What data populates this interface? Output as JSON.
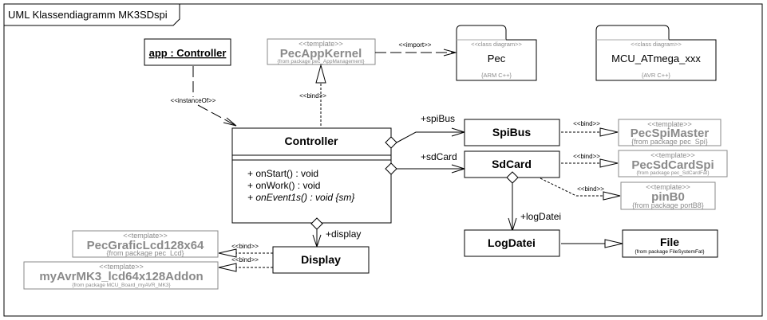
{
  "diagram": {
    "title": "UML Klassendiagramm MK3SDspi"
  },
  "object": {
    "name": "app : Controller"
  },
  "templates": {
    "pecAppKernel": {
      "stereotype": "<<template>>",
      "name": "PecAppKernel",
      "package": "{from package pec_AppManagement}"
    },
    "pecSpiMaster": {
      "stereotype": "<<template>>",
      "name": "PecSpiMaster",
      "package": "{from package pec_Spi}"
    },
    "pecSdCardSpi": {
      "stereotype": "<<template>>",
      "name": "PecSdCardSpi",
      "package": "{from package pec_SdCardFat}"
    },
    "pinB0": {
      "stereotype": "<<template>>",
      "name": "pinB0",
      "package": "{from package portB8}"
    },
    "pecGraficLcd": {
      "stereotype": "<<template>>",
      "name": "PecGraficLcd128x64",
      "package": "{from package pec_Lcd}"
    },
    "myAvrLcd": {
      "stereotype": "<<template>>",
      "name": "myAvrMK3_lcd64x128Addon",
      "package": "{from package MCU_Board_myAVR_MK3}"
    }
  },
  "packages": {
    "pec": {
      "stereotype": "<<class diagram>>",
      "name": "Pec",
      "note": "{ARM C++}"
    },
    "mcu": {
      "stereotype": "<<class diagram>>",
      "name": "MCU_ATmega_xxx",
      "note": "{AVR C++}"
    }
  },
  "classes": {
    "controller": {
      "name": "Controller",
      "operations": [
        {
          "text": "+ onStart() : void",
          "italic": false
        },
        {
          "text": "+ onWork() : void",
          "italic": false
        },
        {
          "text": "+ onEvent1s() : void {sm}",
          "italic": true
        }
      ]
    },
    "spiBus": {
      "name": "SpiBus"
    },
    "sdCard": {
      "name": "SdCard"
    },
    "logDatei": {
      "name": "LogDatei"
    },
    "display": {
      "name": "Display"
    },
    "file": {
      "name": "File",
      "package": "{from package FileSystemFat}"
    }
  },
  "relations": {
    "instanceOf": "<<instanceOf>>",
    "import": "<<import>>",
    "bind": "<<bind>>",
    "roles": {
      "spiBus": "+spiBus",
      "sdCard": "+sdCard",
      "logDatei": "+logDatei",
      "display": "+display"
    }
  }
}
